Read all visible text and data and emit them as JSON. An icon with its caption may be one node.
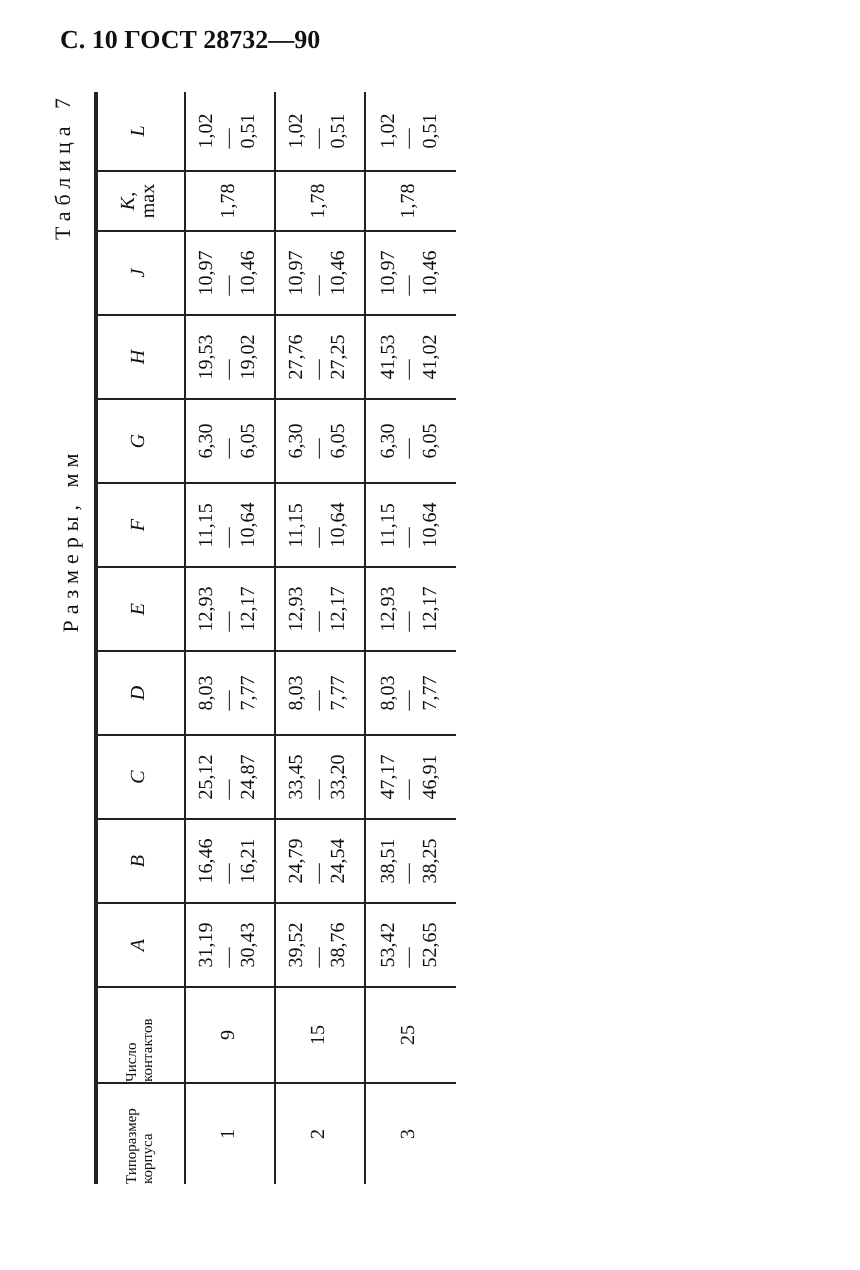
{
  "diagram": {
    "title": "С. 10 ГОСТ 28732—90",
    "labels": [
      "Таблица 7",
      "Размеры, мм",
      "Типоразмер корпуса",
      "Число контактов",
      "A",
      "B",
      "C",
      "D",
      "E",
      "F",
      "G",
      "H",
      "J",
      "*K*, max",
      "L",
      "1",
      "9",
      "31,19—30,43",
      "16,46—16,21",
      "25,12—24,87",
      "8,03—7,77",
      "12,93—12,17",
      "11,15—10,64",
      "6,30—6,05",
      "19,53—19,02",
      "10,97—10,46",
      "1,78",
      "1,02—0,51",
      "2",
      "15",
      "39,52—38,76",
      "24,79—24,54",
      "33,45—33,20",
      "8,03—7,77",
      "12,93—12,17",
      "11,15—10,64",
      "6,30—6,05",
      "27,76—27,25",
      "10,97—10,46",
      "1,78",
      "1,02—0,51",
      "3",
      "25",
      "53,42—52,65",
      "38,51—38,25",
      "47,17—46,91",
      "8,03—7,77",
      "12,93—12,17",
      "11,15—10,64",
      "6,30—6,05",
      "41,53—41,02",
      "10,97—10,46",
      "1,78",
      "1,02—0,51"
    ]
  }
}
